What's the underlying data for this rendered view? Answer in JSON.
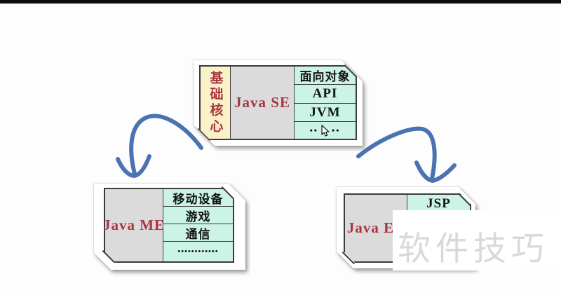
{
  "colors": {
    "arrow_blue": "#4b73b1",
    "label_red": "#a93540",
    "side_yellow": "#faf1c8",
    "name_gray": "#dbdbdb",
    "item_cyan": "#cbf3e6",
    "table_border": "#3b3b3b",
    "watermark_gray": "#d9d9d9",
    "top_bar_black": "#0c0c0c"
  },
  "diagram": {
    "se_box": {
      "side_label": "基础核心",
      "name": "Java SE",
      "items": [
        "面向对象",
        "API",
        "JVM"
      ],
      "dots_left": "••",
      "dots_right": "••"
    },
    "me_box": {
      "name": "Java ME",
      "items": [
        "移动设备",
        "游戏",
        "通信"
      ],
      "dots": "••••••••••••"
    },
    "ee_box": {
      "name": "Java EE",
      "items": [
        "JSP"
      ]
    }
  },
  "watermark": {
    "text": "软件技巧"
  }
}
